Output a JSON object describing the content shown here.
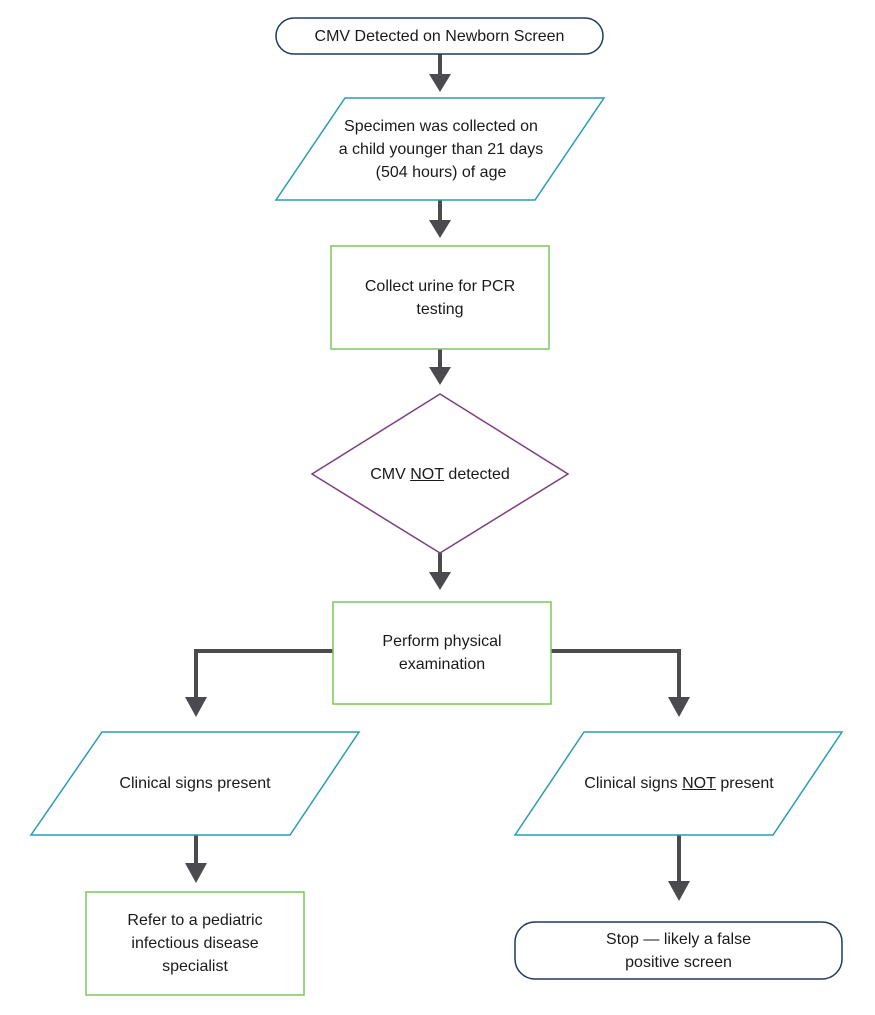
{
  "nodes": {
    "start": {
      "text": "CMV Detected on Newborn Screen"
    },
    "specimen": {
      "line1": "Specimen was collected on",
      "line2": "a child younger than 21 days",
      "line3": "(504 hours) of age"
    },
    "collect": {
      "line1": "Collect urine for PCR",
      "line2": "testing"
    },
    "decision": {
      "pre": "CMV ",
      "emph": "NOT",
      "post": " detected"
    },
    "exam": {
      "line1": "Perform physical",
      "line2": "examination"
    },
    "signs_present": {
      "text": "Clinical signs present"
    },
    "signs_absent": {
      "pre": "Clinical signs ",
      "emph": "NOT",
      "post": " present"
    },
    "refer": {
      "line1": "Refer to a pediatric",
      "line2": "infectious disease",
      "line3": "specialist"
    },
    "stop": {
      "line1": "Stop — likely a false",
      "line2": "positive screen"
    }
  },
  "colors": {
    "terminal_stroke": "#1f3a5f",
    "io_stroke": "#2a9bb5",
    "process_stroke": "#7cc55c",
    "decision_stroke": "#7b3f7f",
    "arrow": "#4a4a4f"
  }
}
